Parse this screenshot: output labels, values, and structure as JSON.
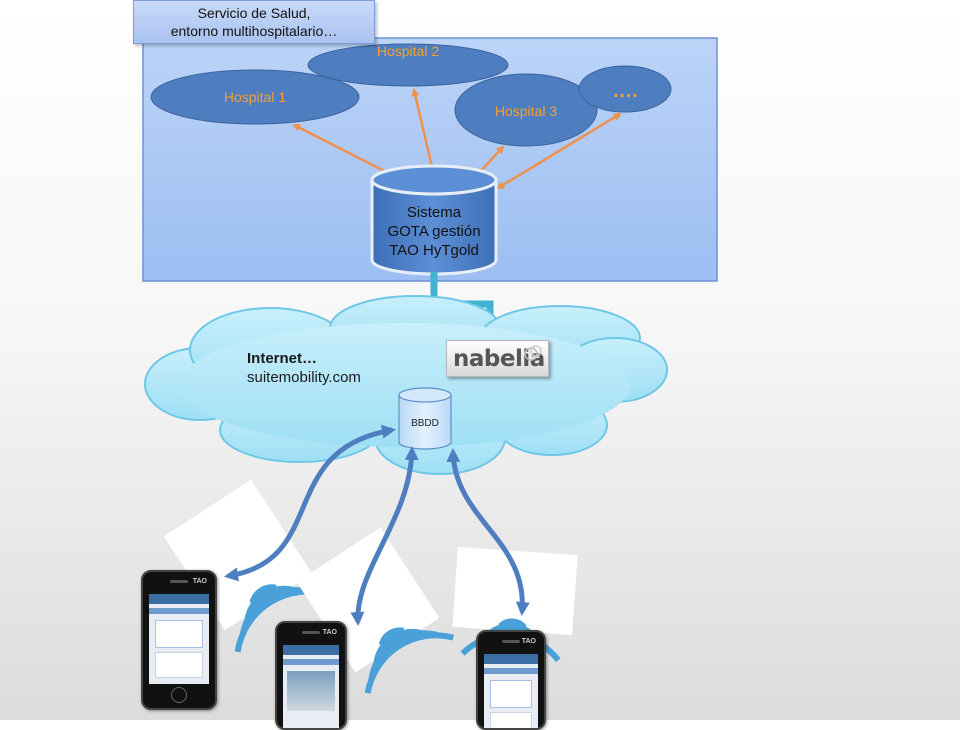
{
  "title_box": {
    "line1": "Servicio de Salud,",
    "line2": "entorno multihospitalario…"
  },
  "hospitals": [
    {
      "label": "Hospital 1"
    },
    {
      "label": "Hospital 2"
    },
    {
      "label": "Hospital 3"
    },
    {
      "label": "…."
    }
  ],
  "system": {
    "line1": "Sistema",
    "line2": "GOTA gestión",
    "line3": "TAO HyTgold"
  },
  "internet": {
    "line1": "Internet…",
    "line2": "suitemobility.com"
  },
  "nabelia": {
    "logo_text": "nabelia"
  },
  "database": {
    "label": "BBDD"
  },
  "phones": [
    {
      "brand": "TAO"
    },
    {
      "brand": "TAO"
    },
    {
      "brand": "TAO"
    }
  ],
  "colors": {
    "hospital_fill": "#4f7ec0",
    "hospital_text": "#f5a030",
    "arrow_orange": "#f0914a",
    "region_fill": "#a8c6f4",
    "cloud_fill": "#aee6f7",
    "link_teal": "#3fb3d1",
    "phone_link": "#4f7ec0",
    "wifi": "#4aa0d8"
  }
}
